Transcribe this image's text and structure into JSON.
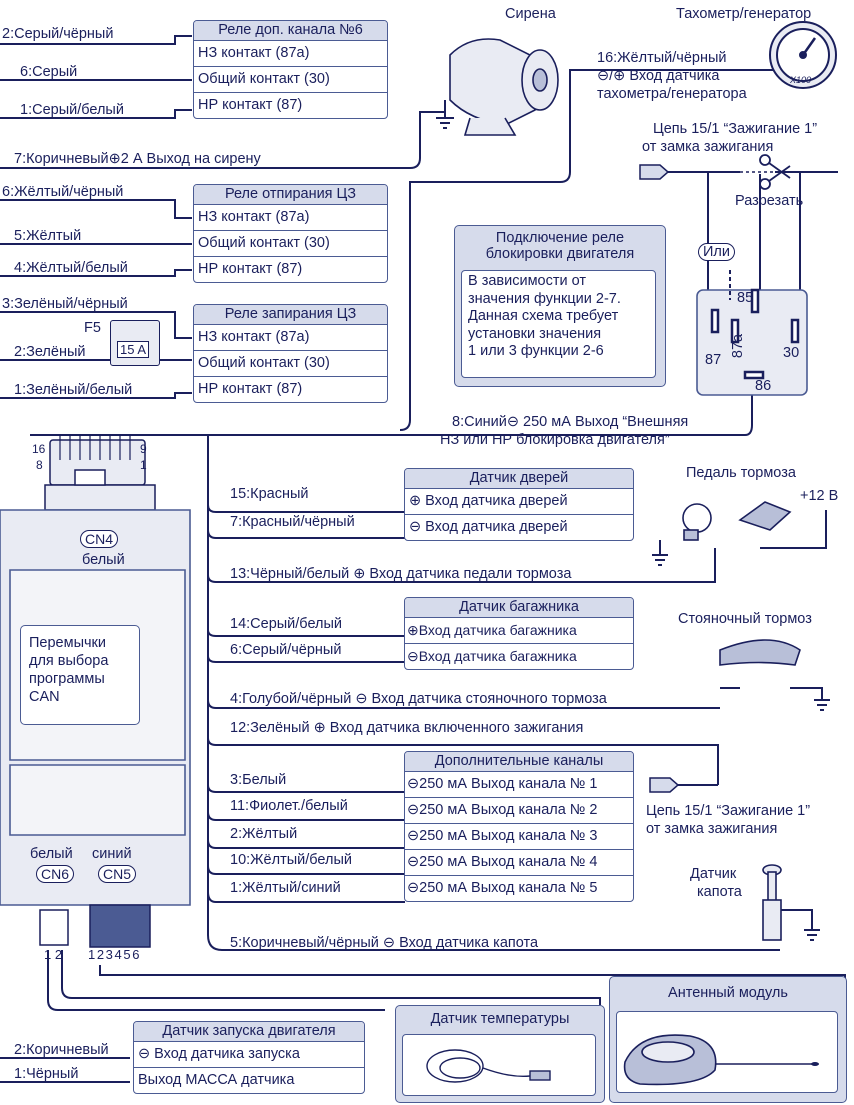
{
  "siren": {
    "title": "Сирена"
  },
  "tacho": {
    "title": "Тахометр/генератор",
    "dial_label": "X100",
    "wire": "16:Жёлтый/чёрный",
    "desc1": "⊖/⊕ Вход датчика",
    "desc2": "тахометра/генератора"
  },
  "relay6": {
    "title": "Реле доп. канала №6",
    "rows": [
      "НЗ контакт (87а)",
      "Общий контакт (30)",
      "НР контакт (87)"
    ],
    "wires": [
      "2:Серый/чёрный",
      "6:Серый",
      "1:Серый/белый"
    ]
  },
  "siren_wire": "7:Коричневый⊕2 А Выход на сирену",
  "ignition_top": {
    "line1": "Цепь 15/1 “Зажигание 1”",
    "line2": "от замка зажигания",
    "cut": "Разрезать"
  },
  "relay_unlock": {
    "title": "Реле отпирания ЦЗ",
    "rows": [
      "НЗ контакт (87а)",
      "Общий контакт (30)",
      "НР контакт (87)"
    ],
    "wires": [
      "6:Жёлтый/чёрный",
      "5:Жёлтый",
      "4:Жёлтый/белый"
    ]
  },
  "relay_lock": {
    "title": "Реле запирания ЦЗ",
    "rows": [
      "НЗ контакт (87а)",
      "Общий контакт (30)",
      "НР контакт (87)"
    ],
    "wires": [
      "3:Зелёный/чёрный",
      "2:Зелёный",
      "1:Зелёный/белый"
    ]
  },
  "fuse": {
    "name": "F5",
    "rating": "15 A"
  },
  "block_relay": {
    "title1": "Подключение реле",
    "title2": "блокировки двигателя",
    "text": [
      "В зависимости от",
      "значения функции 2-7.",
      "Данная схема требует",
      "установки значения",
      "1 или 3 функции 2-6"
    ],
    "or": "Или",
    "pins": [
      "85",
      "87",
      "87a",
      "30",
      "86"
    ]
  },
  "block_wire": {
    "line1": "8:Синий⊖ 250 мА Выход “Внешняя",
    "line2": "НЗ или НР блокировка двигателя”"
  },
  "cn4": {
    "pin_tl": "16",
    "pin_bl": "8",
    "pin_tr": "9",
    "pin_br": "1",
    "name": "CN4",
    "color": "белый"
  },
  "doors": {
    "title": "Датчик дверей",
    "rows": [
      "⊕ Вход датчика дверей",
      "⊖ Вход датчика дверей"
    ],
    "wires": [
      "15:Красный",
      "7:Красный/чёрный"
    ]
  },
  "brake": {
    "title": "Педаль тормоза",
    "voltage": "+12 B",
    "wire": "13:Чёрный/белый ⊕ Вход датчика педали тормоза"
  },
  "trunk": {
    "title": "Датчик багажника",
    "rows": [
      "⊕Вход датчика багажника",
      "⊖Вход датчика багажника"
    ],
    "wires": [
      "14:Серый/белый",
      "6:Серый/чёрный"
    ]
  },
  "parking": {
    "title": "Стояночный тормоз",
    "wire": "4:Голубой/чёрный ⊖ Вход датчика стояночного тормоза"
  },
  "can_note": [
    "Перемычки",
    "для выбора",
    "программы",
    "CAN"
  ],
  "ign_wire": "12:Зелёный ⊕ Вход датчика включенного зажигания",
  "extra": {
    "title": "Дополнительные каналы",
    "rows": [
      "⊖250 мА Выход канала № 1",
      "⊖250 мА Выход канала № 2",
      "⊖250 мА Выход канала № 3",
      "⊖250 мА Выход канала № 4",
      "⊖250 мА Выход канала № 5"
    ],
    "wires": [
      "3:Белый",
      "11:Фиолет./белый",
      "2:Жёлтый",
      "10:Жёлтый/белый",
      "1:Жёлтый/синий"
    ]
  },
  "ignition_bottom": {
    "line1": "Цепь 15/1 “Зажигание 1”",
    "line2": "от замка зажигания"
  },
  "hood": {
    "title1": "Датчик",
    "title2": "капота",
    "wire": "5:Коричневый/чёрный ⊖ Вход датчика капота"
  },
  "cn6": {
    "name": "CN6",
    "color": "белый",
    "pins": "1 2"
  },
  "cn5": {
    "name": "CN5",
    "color": "синий",
    "pins": "1 2 3 4 5 6"
  },
  "temp": {
    "title": "Датчик температуры"
  },
  "antenna": {
    "title": "Антенный модуль"
  },
  "start": {
    "title": "Датчик запуска двигателя",
    "rows": [
      "⊖ Вход датчика запуска",
      "Выход МАССА датчика"
    ],
    "wires": [
      "2:Коричневый",
      "1:Чёрный"
    ]
  }
}
